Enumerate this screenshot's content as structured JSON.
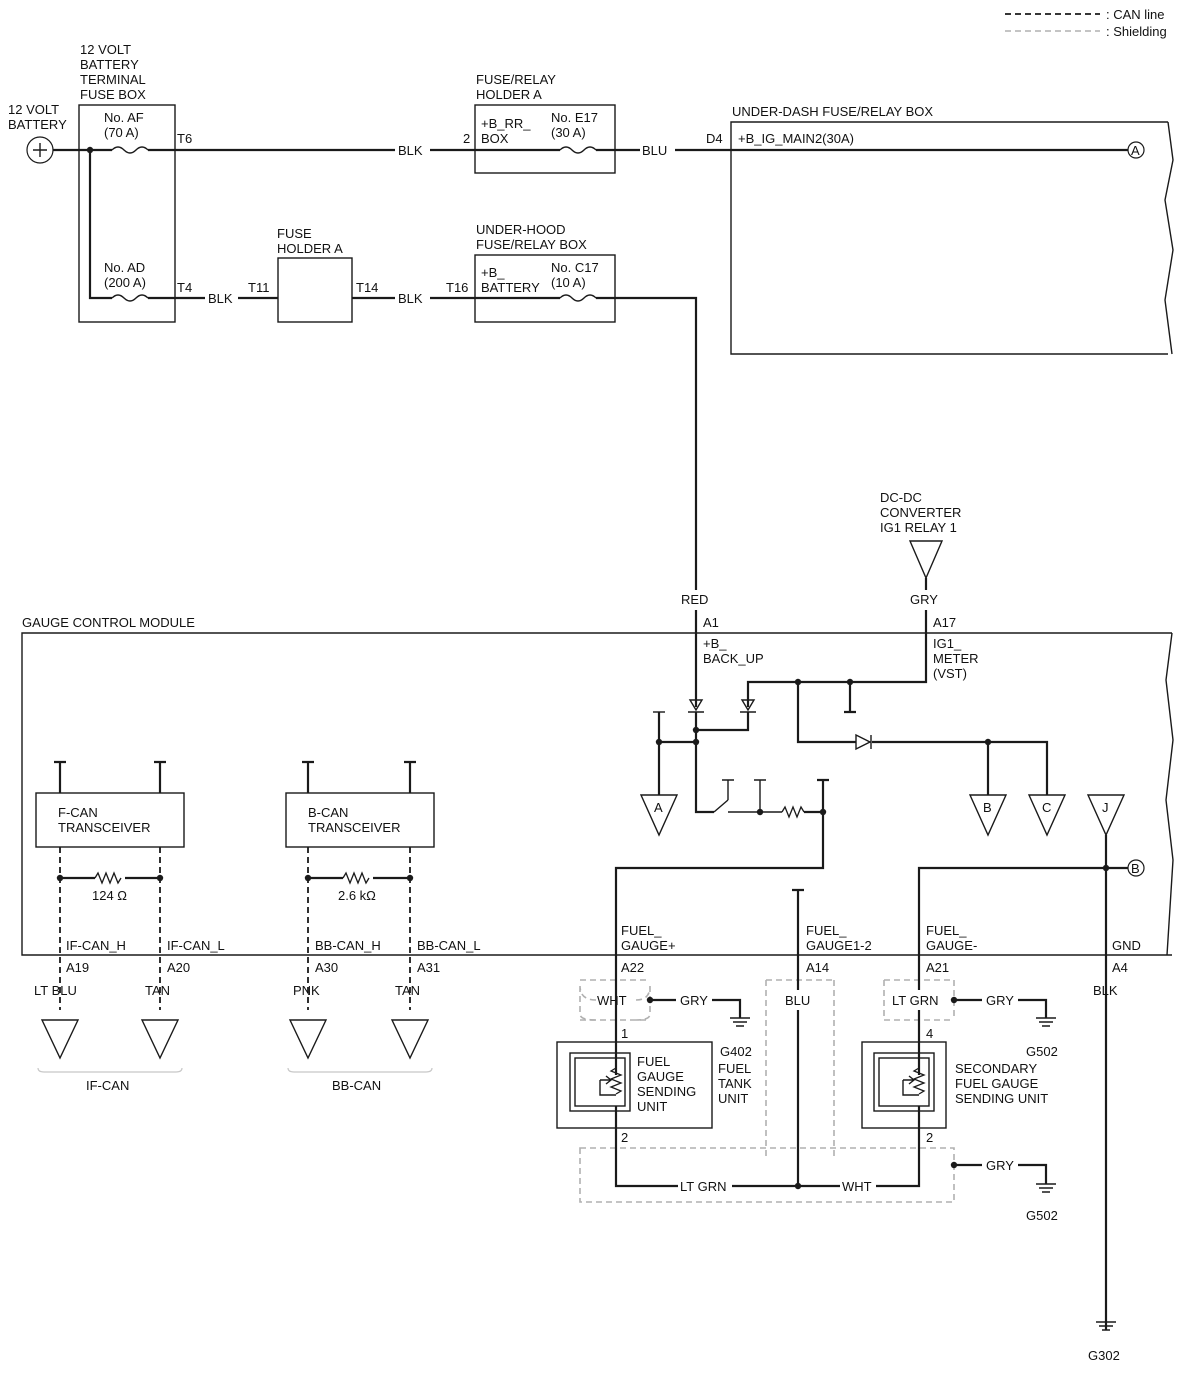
{
  "legend": {
    "can_line": ": CAN line",
    "shielding": ": Shielding"
  },
  "battery": {
    "line1": "12 VOLT",
    "line2": "BATTERY"
  },
  "battery_fuse_box": {
    "title": [
      "12 VOLT",
      "BATTERY",
      "TERMINAL",
      "FUSE BOX"
    ],
    "fuse_af": {
      "name": "No. AF",
      "rating": "(70 A)",
      "terminal": "T6"
    },
    "fuse_ad": {
      "name": "No. AD",
      "rating": "(200 A)",
      "terminal": "T4"
    }
  },
  "fuse_relay_holder_a": {
    "title": [
      "FUSE/RELAY",
      "HOLDER A"
    ],
    "pin": "2",
    "label": [
      "+B_RR_",
      "BOX"
    ],
    "fuse": {
      "name": "No. E17",
      "rating": "(30 A)"
    }
  },
  "under_dash_box": {
    "title": "UNDER-DASH FUSE/RELAY BOX",
    "pin": "D4",
    "circuit": "+B_IG_MAIN2(30A)",
    "connector": "A"
  },
  "fuse_holder_a": {
    "title": [
      "FUSE",
      "HOLDER A"
    ],
    "in_terminal": "T11",
    "out_terminal": "T14"
  },
  "under_hood_box": {
    "title": [
      "UNDER-HOOD",
      "FUSE/RELAY BOX"
    ],
    "terminal": "T16",
    "label": [
      "+B_",
      "BATTERY"
    ],
    "fuse": {
      "name": "No. C17",
      "rating": "(10 A)"
    }
  },
  "wire_colors": {
    "blk_1": "BLK",
    "blu_1": "BLU",
    "blk_2": "BLK",
    "blk_3": "BLK",
    "red": "RED",
    "gry": "GRY"
  },
  "dcdc": {
    "title": [
      "DC-DC",
      "CONVERTER",
      "IG1 RELAY 1"
    ]
  },
  "gcm": {
    "title": "GAUGE CONTROL MODULE",
    "a1": {
      "pin": "A1",
      "label": [
        "+B_",
        "BACK_UP"
      ]
    },
    "a17": {
      "pin": "A17",
      "label": [
        "IG1_",
        "METER",
        "(VST)"
      ]
    },
    "connectors": {
      "a": "A",
      "b": "B",
      "c": "C",
      "j": "J",
      "b_out": "B"
    },
    "fcan": {
      "title": [
        "F-CAN",
        "TRANSCEIVER"
      ],
      "resistor": "124 Ω"
    },
    "bcan": {
      "title": [
        "B-CAN",
        "TRANSCEIVER"
      ],
      "resistor": "2.6 kΩ"
    },
    "pins": [
      {
        "label": "IF-CAN_H",
        "pin": "A19",
        "wire": "LT BLU"
      },
      {
        "label": "IF-CAN_L",
        "pin": "A20",
        "wire": "TAN"
      },
      {
        "label": "BB-CAN_H",
        "pin": "A30",
        "wire": "PNK"
      },
      {
        "label": "BB-CAN_L",
        "pin": "A31",
        "wire": "TAN"
      },
      {
        "label": [
          "FUEL_",
          "GAUGE+"
        ],
        "pin": "A22",
        "wire": "WHT"
      },
      {
        "label": [
          "FUEL_",
          "GAUGE1-2"
        ],
        "pin": "A14",
        "wire": "BLU"
      },
      {
        "label": [
          "FUEL_",
          "GAUGE-"
        ],
        "pin": "A21",
        "wire": "LT GRN"
      },
      {
        "label": "GND",
        "pin": "A4",
        "wire": "BLK"
      }
    ]
  },
  "can_groups": {
    "if_can": "IF-CAN",
    "bb_can": "BB-CAN"
  },
  "fuel_unit": {
    "sender": [
      "FUEL",
      "GAUGE",
      "SENDING",
      "UNIT"
    ],
    "tank": [
      "FUEL",
      "TANK",
      "UNIT"
    ],
    "pin_top": "1",
    "pin_bottom": "2",
    "shield_wire": "GRY",
    "ground": "G402"
  },
  "secondary_unit": {
    "sender": [
      "SECONDARY",
      "FUEL GAUGE",
      "SENDING UNIT"
    ],
    "pin_top": "4",
    "pin_bottom": "2",
    "shield_wire": "GRY",
    "ground": "G502"
  },
  "bottom_wires": {
    "ltgrn": "LT GRN",
    "wht": "WHT"
  },
  "bottom_shield": {
    "wire": "GRY",
    "ground": "G502"
  },
  "gnd": {
    "ground": "G302"
  }
}
